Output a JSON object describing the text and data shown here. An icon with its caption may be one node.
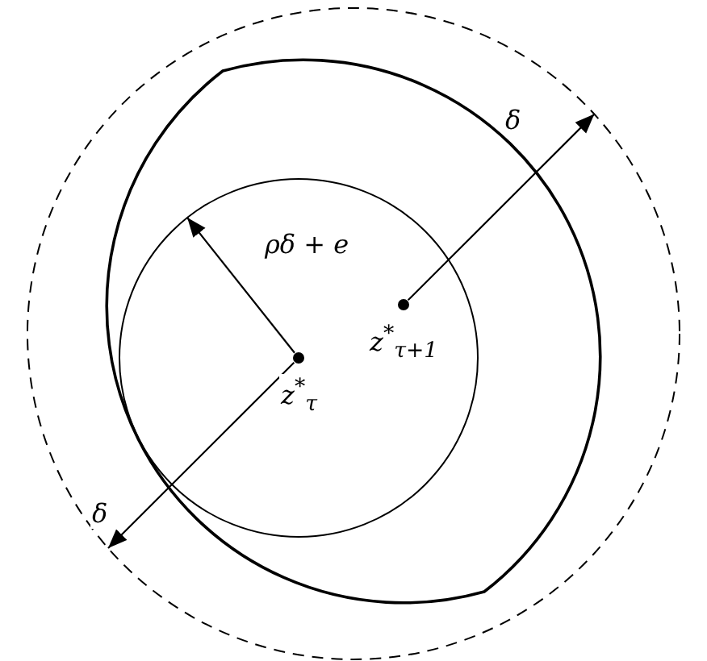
{
  "diagram": {
    "nodes": [
      {
        "text": [
          "z$^{*}$$_{τ}$"
        ],
        "in": 2
      },
      {
        "text": [
          "z$^{*}$$_{τ+1}$"
        ],
        "in": 2
      },
      {
        "text": [],
        "shape": "circle",
        "in": 3
      },
      {
        "text": [],
        "shape": "circle"
      }
    ],
    "edges": [
      {
        "from": 0,
        "to": 2,
        "arrow": "to",
        "label": "ρδ + e"
      },
      {
        "from": 0,
        "to": 3,
        "arrow": "to",
        "label": "δ"
      },
      {
        "from": 1,
        "to": 3,
        "arrow": "to",
        "label": "δ"
      }
    ]
  }
}
